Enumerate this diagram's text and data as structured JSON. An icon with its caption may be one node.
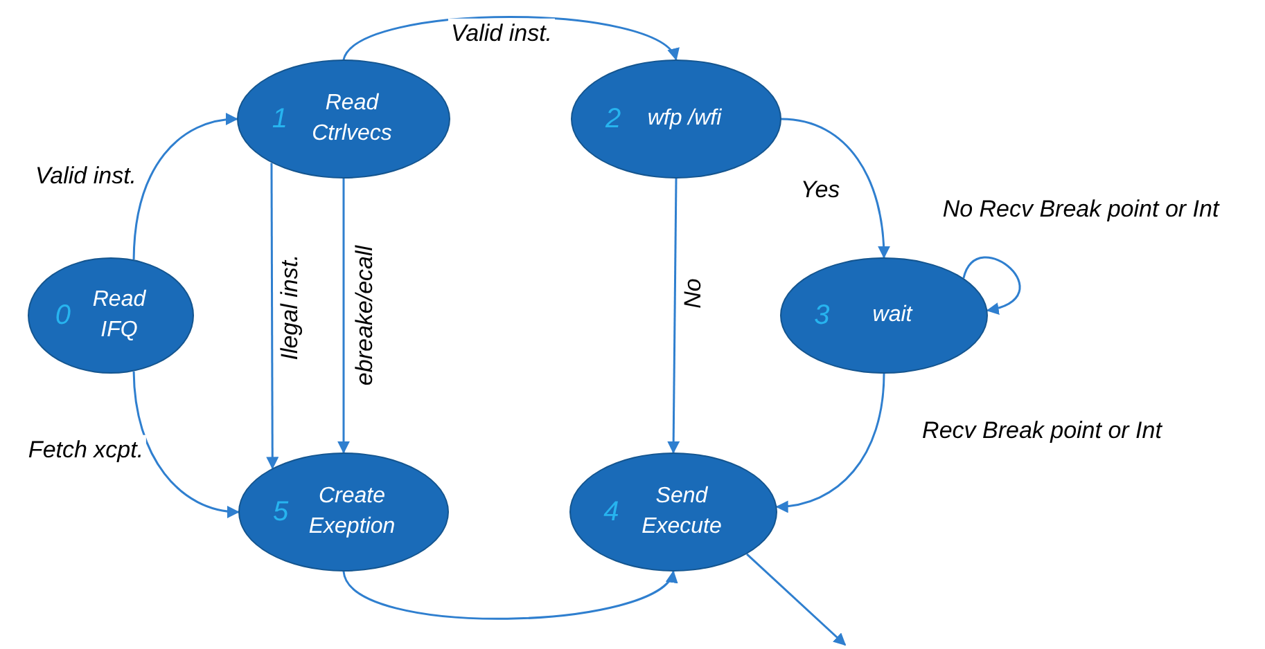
{
  "diagram": {
    "nodes": [
      {
        "text": [
          "0",
          "Read IFQ"
        ]
      },
      {
        "text": [
          "1",
          "Read Ctrlvecs"
        ]
      },
      {
        "text": [
          "2",
          "wfp /wfi"
        ]
      },
      {
        "text": [
          "3",
          "wait"
        ]
      },
      {
        "text": [
          "4",
          "Send Execute"
        ]
      },
      {
        "text": [
          "5",
          "Create Exeption"
        ]
      }
    ],
    "edges": [
      {
        "from": 0,
        "to": 1,
        "arrow": "to",
        "label": "Valid inst."
      },
      {
        "from": 1,
        "to": 2,
        "arrow": "to",
        "label": "Valid inst."
      },
      {
        "from": 1,
        "to": 5,
        "arrow": "to",
        "label": "Ilegal inst."
      },
      {
        "from": 1,
        "to": 5,
        "arrow": "to",
        "label": "ebreake/ecall"
      },
      {
        "from": 0,
        "to": 5,
        "arrow": "to",
        "label": "Fetch xcpt."
      },
      {
        "from": 2,
        "to": 4,
        "arrow": "to",
        "label": "No"
      },
      {
        "from": 2,
        "to": 3,
        "arrow": "to",
        "label": "Yes"
      },
      {
        "from": 3,
        "to": 3,
        "arrow": "to",
        "label": "No Recv Break point or Int"
      },
      {
        "from": 3,
        "to": 4,
        "arrow": "to",
        "label": "Recv Break point or Int"
      },
      {
        "from": 5,
        "to": 4,
        "arrow": "to"
      },
      {
        "from": 4,
        "to": null,
        "arrow": "to"
      }
    ]
  }
}
